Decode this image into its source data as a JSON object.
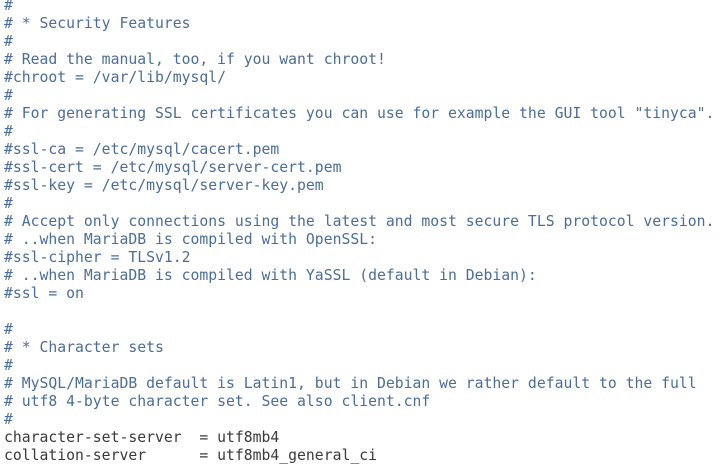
{
  "file_view": {
    "language": "mysql-config",
    "colors": {
      "background": "#ffffff",
      "comment": "#4a6d9b",
      "directive": "#3a3a3a"
    },
    "lines": [
      {
        "type": "comment",
        "text": "#"
      },
      {
        "type": "comment",
        "text": "# * Security Features"
      },
      {
        "type": "comment",
        "text": "#"
      },
      {
        "type": "comment",
        "text": "# Read the manual, too, if you want chroot!"
      },
      {
        "type": "comment",
        "text": "#chroot = /var/lib/mysql/"
      },
      {
        "type": "comment",
        "text": "#"
      },
      {
        "type": "comment",
        "text": "# For generating SSL certificates you can use for example the GUI tool \"tinyca\"."
      },
      {
        "type": "comment",
        "text": "#"
      },
      {
        "type": "comment",
        "text": "#ssl-ca = /etc/mysql/cacert.pem"
      },
      {
        "type": "comment",
        "text": "#ssl-cert = /etc/mysql/server-cert.pem"
      },
      {
        "type": "comment",
        "text": "#ssl-key = /etc/mysql/server-key.pem"
      },
      {
        "type": "comment",
        "text": "#"
      },
      {
        "type": "comment",
        "text": "# Accept only connections using the latest and most secure TLS protocol version."
      },
      {
        "type": "comment",
        "text": "# ..when MariaDB is compiled with OpenSSL:"
      },
      {
        "type": "comment",
        "text": "#ssl-cipher = TLSv1.2"
      },
      {
        "type": "comment",
        "text": "# ..when MariaDB is compiled with YaSSL (default in Debian):"
      },
      {
        "type": "comment",
        "text": "#ssl = on"
      },
      {
        "type": "blank",
        "text": ""
      },
      {
        "type": "comment",
        "text": "#"
      },
      {
        "type": "comment",
        "text": "# * Character sets"
      },
      {
        "type": "comment",
        "text": "#"
      },
      {
        "type": "comment",
        "text": "# MySQL/MariaDB default is Latin1, but in Debian we rather default to the full"
      },
      {
        "type": "comment",
        "text": "# utf8 4-byte character set. See also client.cnf"
      },
      {
        "type": "comment",
        "text": "#"
      },
      {
        "type": "directive",
        "text": "character-set-server  = utf8mb4"
      },
      {
        "type": "directive",
        "text": "collation-server      = utf8mb4_general_ci"
      }
    ]
  }
}
